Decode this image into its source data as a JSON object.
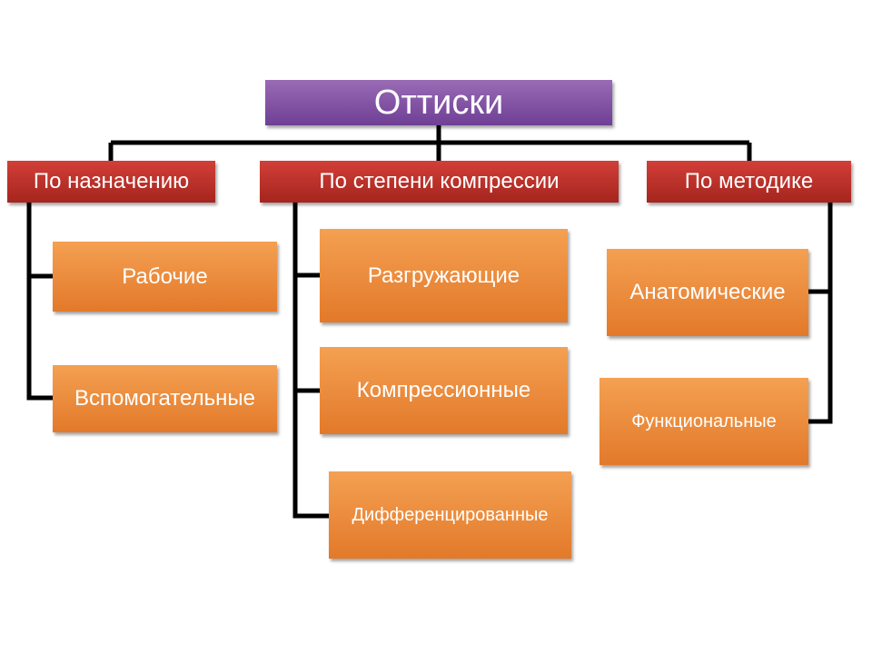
{
  "diagram": {
    "root": {
      "label": "Оттиски",
      "color": "#7b4ea3"
    },
    "categories": [
      {
        "label": "По назначению",
        "items": [
          "Рабочие",
          "Вспомогательные"
        ]
      },
      {
        "label": "По степени компрессии",
        "items": [
          "Разгружающие",
          "Компрессионные",
          "Дифференцированные"
        ]
      },
      {
        "label": "По методике",
        "items": [
          "Анатомические",
          "Функциональные"
        ]
      }
    ],
    "colors": {
      "root": "#7b4ea3",
      "category": "#c0312a",
      "item": "#ee8a3a",
      "connector": "#000000"
    }
  }
}
